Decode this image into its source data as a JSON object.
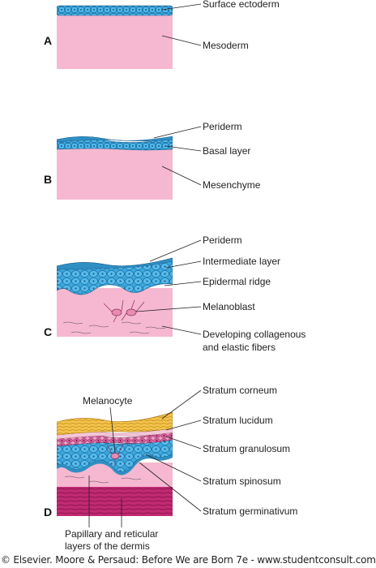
{
  "panels": [
    {
      "letter": "A",
      "labels": [
        "Surface ectoderm",
        "Mesoderm"
      ]
    },
    {
      "letter": "B",
      "labels": [
        "Periderm",
        "Basal layer",
        "Mesenchyme"
      ]
    },
    {
      "letter": "C",
      "labels": [
        "Periderm",
        "Intermediate layer",
        "Epidermal ridge",
        "Melanoblast",
        "Developing collagenous",
        "and elastic fibers"
      ]
    },
    {
      "letter": "D",
      "labels": [
        "Melanocyte",
        "Stratum corneum",
        "Stratum lucidum",
        "Stratum granulosum",
        "Stratum spinosum",
        "Stratum germinativum",
        "Papillary and reticular",
        "layers of the dermis"
      ]
    }
  ],
  "colors": {
    "cell_blue": "#3aa9e0",
    "cell_outline": "#1a5f8e",
    "mesoderm_pink": "#f6b8d0",
    "corneum_yellow": "#f3c24a",
    "lucidum_pink": "#f3c6d8",
    "granulosum_magenta": "#d85b9a",
    "reticular_dermis": "#c12a72"
  },
  "copyright": "© Elsevier. Moore & Persaud: Before We are Born 7e - www.studentconsult.com"
}
